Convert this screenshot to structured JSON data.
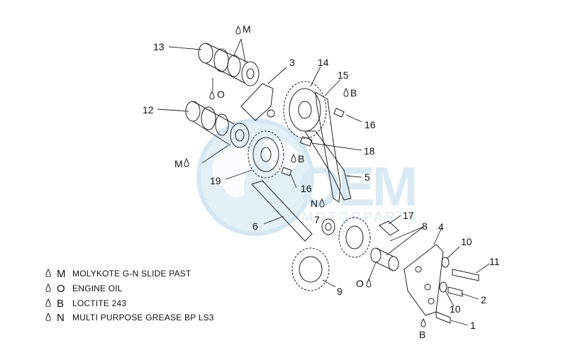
{
  "watermark": {
    "logo_text": "OEM",
    "sub_text": "MOTORPARTS",
    "color": "#bcd9ee"
  },
  "callouts": {
    "c13": "13",
    "c12": "12",
    "c3": "3",
    "c14": "14",
    "c15": "15",
    "c16a": "16",
    "c16b": "16",
    "c18": "18",
    "c19": "19",
    "c5": "5",
    "c6": "6",
    "c7": "7",
    "c17": "17",
    "c8": "8",
    "c4": "4",
    "c10a": "10",
    "c10b": "10",
    "c11": "11",
    "c2": "2",
    "c1": "1",
    "c9": "9"
  },
  "lube_marks": {
    "m_top": "M",
    "o_cam": "O",
    "m_left": "M",
    "b_top": "B",
    "b_mid": "B",
    "n_mid": "N",
    "o_low": "O",
    "b_bottom": "B"
  },
  "legend": [
    {
      "key": "M",
      "desc": "MOLYKOTE G-N SLIDE PAST"
    },
    {
      "key": "O",
      "desc": "ENGINE OIL"
    },
    {
      "key": "B",
      "desc": "LOCTITE 243"
    },
    {
      "key": "N",
      "desc": "MULTI PURPOSE GREASE BP LS3"
    }
  ],
  "drop_icon": "oil-drop-icon",
  "line_color": "#222222"
}
